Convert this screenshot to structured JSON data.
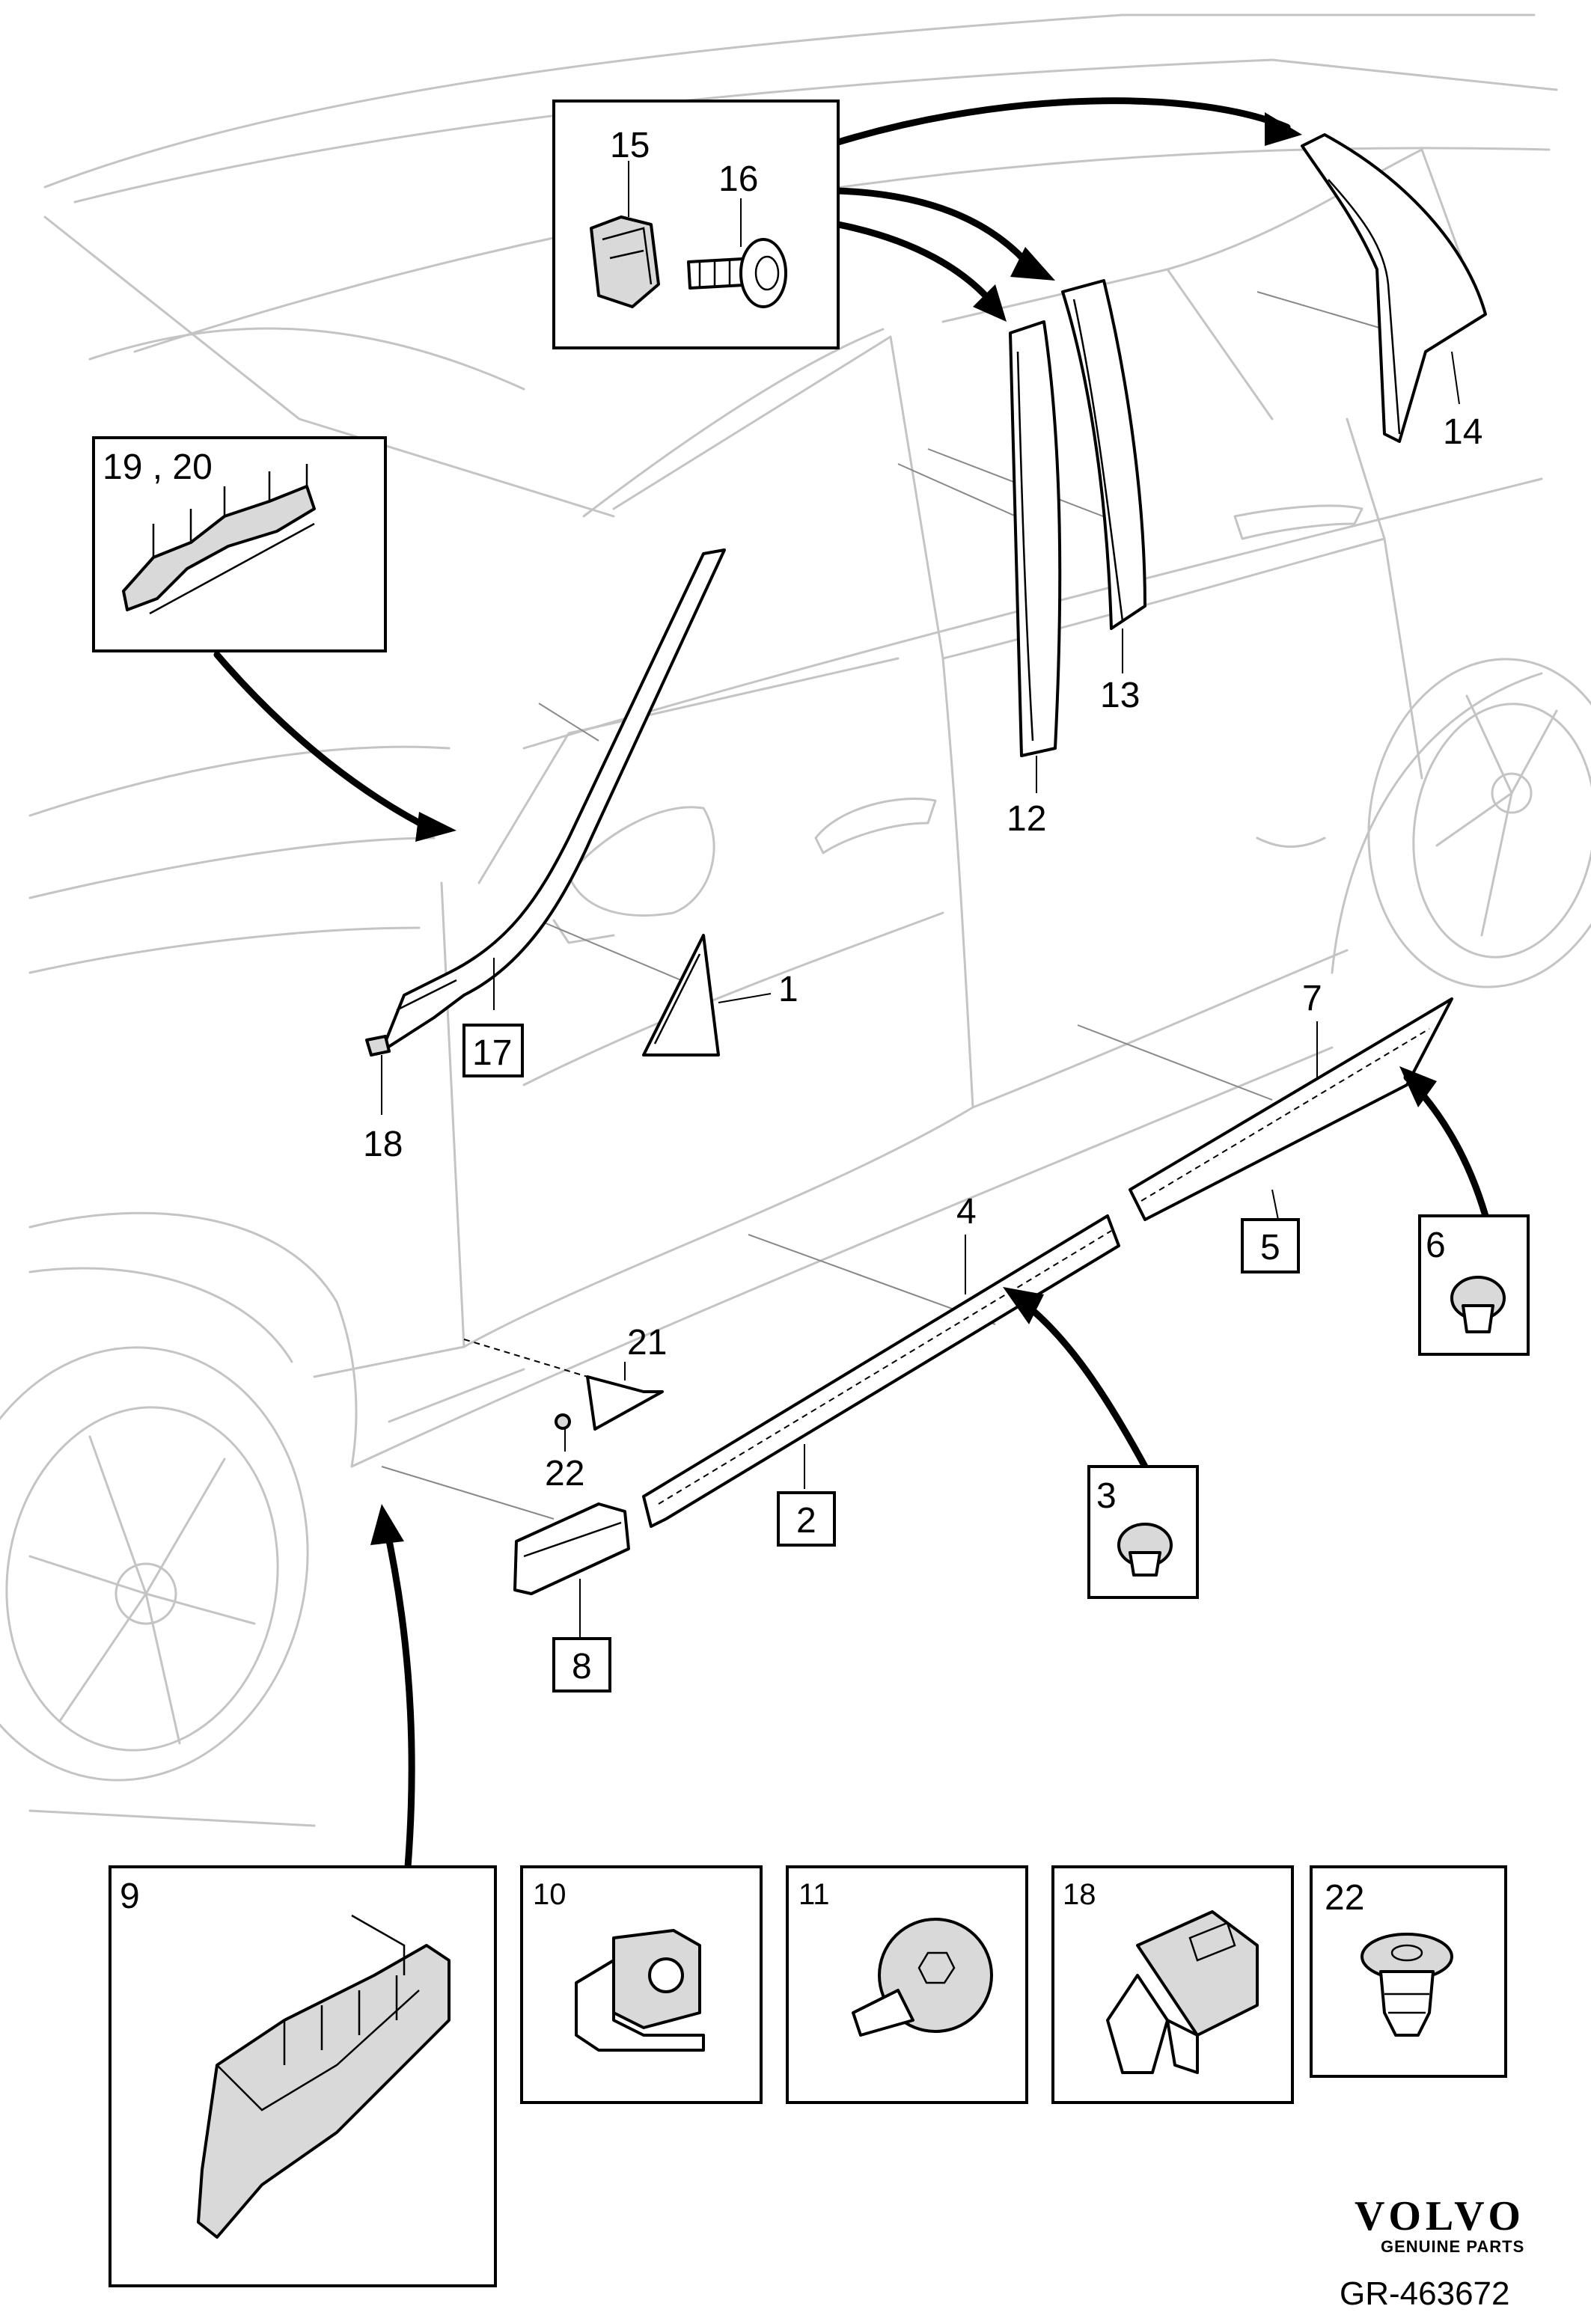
{
  "callouts": {
    "c1": "1",
    "c2": "2",
    "c3": "3",
    "c4": "4",
    "c5": "5",
    "c6": "6",
    "c7": "7",
    "c8": "8",
    "c9": "9",
    "c10": "10",
    "c11": "11",
    "c12": "12",
    "c13": "13",
    "c14": "14",
    "c15": "15",
    "c16": "16",
    "c17": "17",
    "c18": "18",
    "c19_20": "19 , 20",
    "c21": "21",
    "c22": "22",
    "inset18": "18",
    "inset22": "22",
    "inset_box3": "3",
    "inset_box6": "6"
  },
  "branding": {
    "logo_text": "VOLVO",
    "logo_sub": "GENUINE PARTS",
    "reference": "GR-463672"
  }
}
